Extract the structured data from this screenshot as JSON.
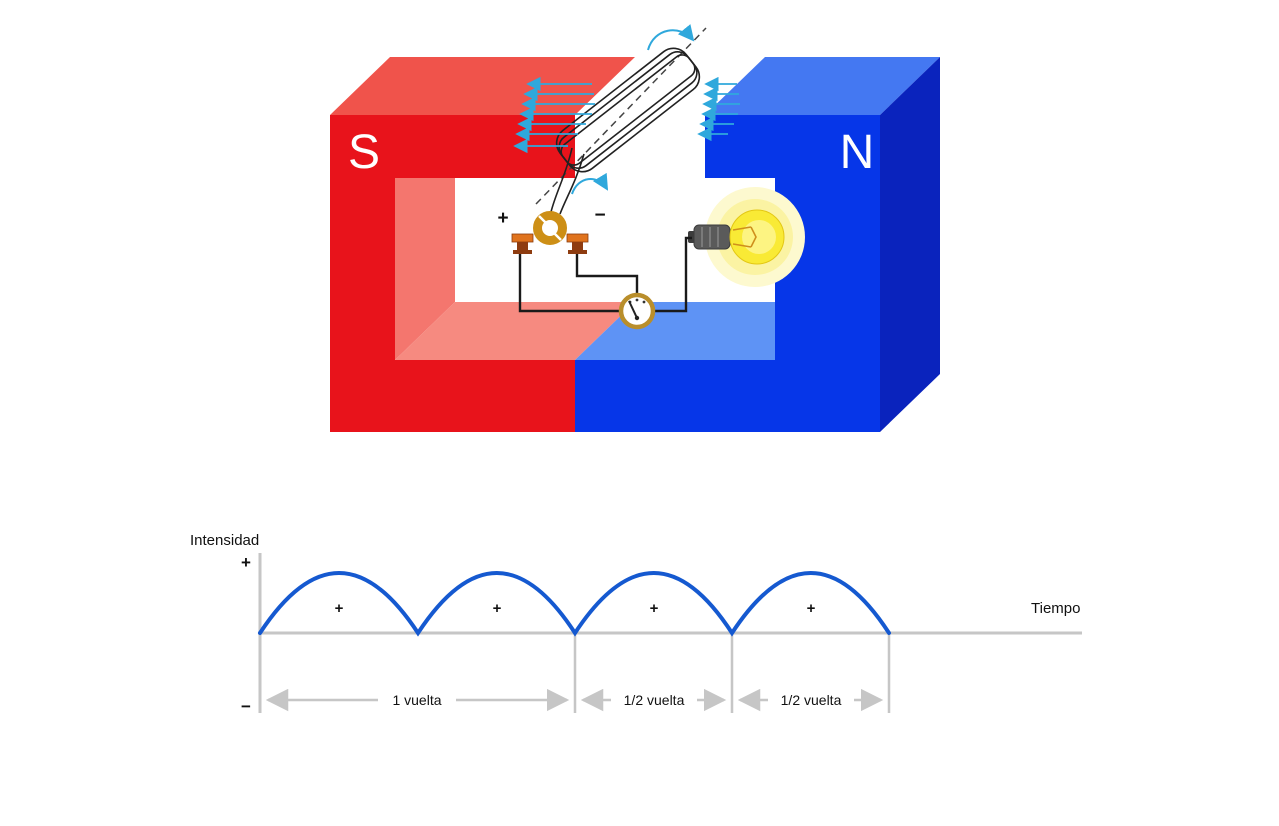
{
  "colors": {
    "south_front": "#e8131b",
    "south_top": "#f0534b",
    "south_inner": "#f4766e",
    "south_inner_bottom": "#f68a80",
    "north_front": "#0636e8",
    "north_top": "#4478f2",
    "north_side": "#0a23bd",
    "north_inner_bottom": "#5e93f5",
    "field_arrow": "#2fa8dc",
    "rotation_arrow": "#2fa8dc",
    "coil_wire": "#222222",
    "commutator_gold": "#cd8f16",
    "brush_copper": "#e0731d",
    "brush_stand": "#8e3c10",
    "wire": "#1a1a1a",
    "bulb_glow": "#fdf9cf",
    "bulb_glow_inner": "#fbf3a3",
    "bulb_glass": "#f9ea35",
    "bulb_socket": "#5a5a5a",
    "meter_rim": "#b98e2b"
  },
  "generator": {
    "south_label": "S",
    "north_label": "N",
    "commutator_plus": "+",
    "commutator_minus": "−"
  },
  "graph": {
    "y_axis_title": "Intensidad",
    "x_axis_title": "Tiempo",
    "y_axis_plus": "+",
    "y_axis_minus": "−",
    "hump_labels": [
      "+",
      "+",
      "+",
      "+"
    ],
    "annotations": [
      {
        "label": "1 vuelta"
      },
      {
        "label": "1/2 vuelta"
      },
      {
        "label": "1/2 vuelta"
      }
    ],
    "colors": {
      "curve": "#1559d0",
      "axis": "#c6c6c6",
      "label": "#111111"
    }
  },
  "chart_data": {
    "type": "line",
    "title": "",
    "xlabel": "Tiempo",
    "ylabel": "Intensidad",
    "x_unit": "vueltas",
    "waveform": "rectified_sine |sin(x)|, all humps positive",
    "humps": 4,
    "x": [
      0,
      0.25,
      0.5,
      0.75,
      1,
      1.25,
      1.5,
      1.75,
      2
    ],
    "values": [
      0,
      1,
      0,
      1,
      0,
      1,
      0,
      1,
      0
    ],
    "ylim_labels": [
      "−",
      "+"
    ],
    "polarity_labels": [
      "+",
      "+",
      "+",
      "+"
    ],
    "segment_annotations": [
      {
        "span_humps": [
          1,
          2
        ],
        "label": "1 vuelta"
      },
      {
        "span_humps": [
          3
        ],
        "label": "1/2 vuelta"
      },
      {
        "span_humps": [
          4
        ],
        "label": "1/2 vuelta"
      }
    ],
    "grid": false,
    "legend": false
  }
}
